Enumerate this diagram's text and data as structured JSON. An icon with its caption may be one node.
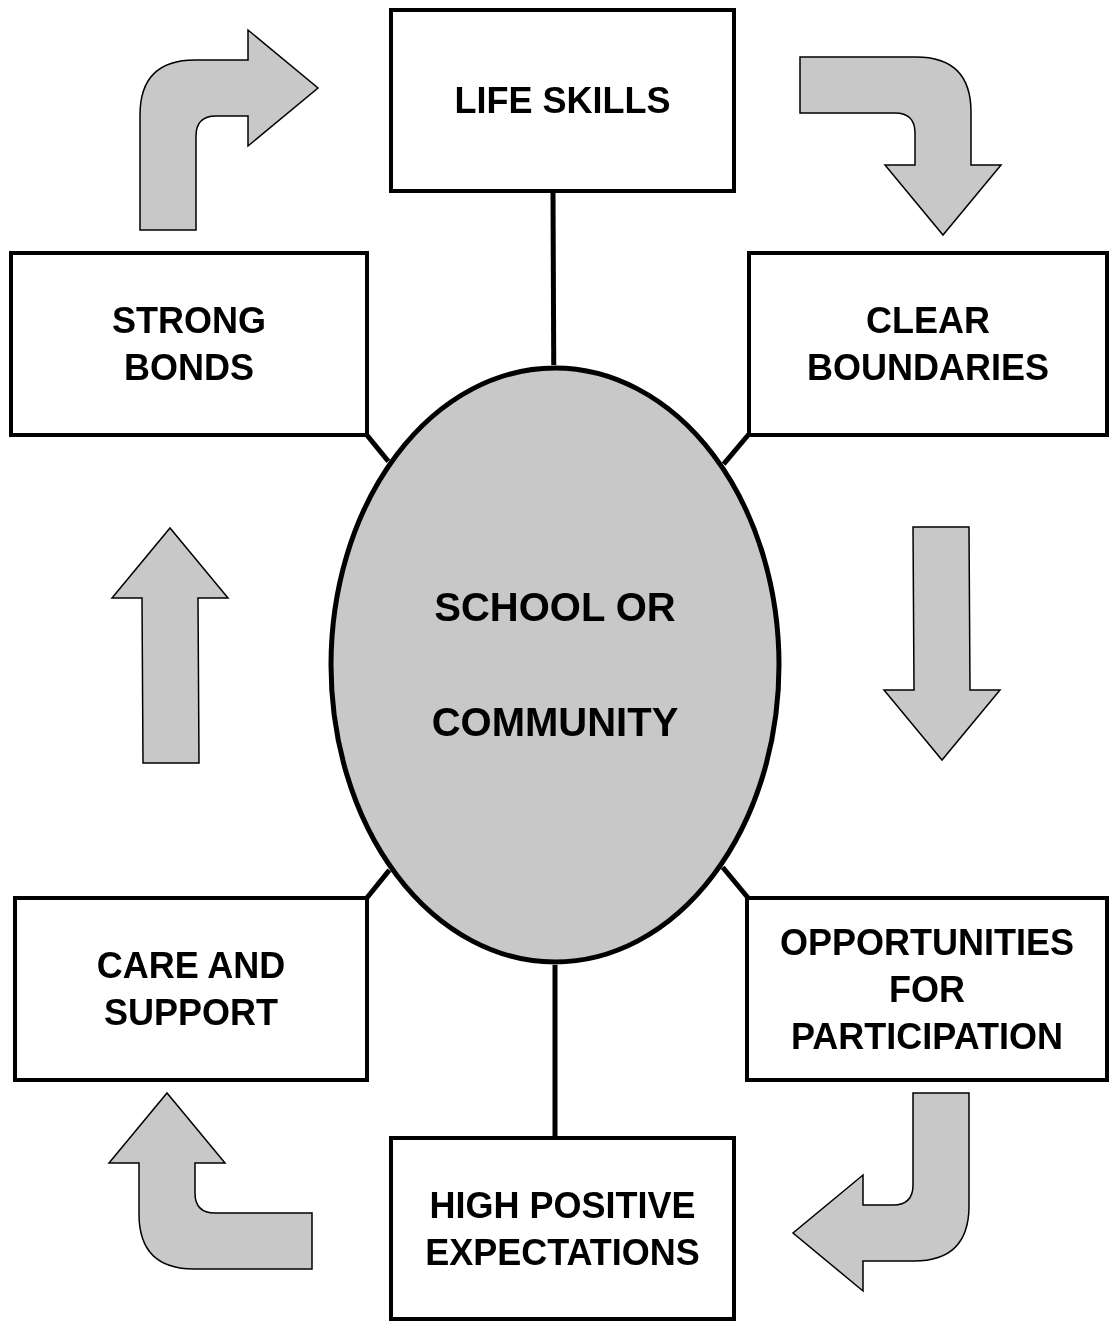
{
  "diagram": {
    "nodes": [
      {
        "text": [
          "SCHOOL OR COMMUNITY"
        ]
      },
      {
        "text": [
          "LIFE SKILLS"
        ]
      },
      {
        "text": [
          "CLEAR BOUNDARIES"
        ]
      },
      {
        "text": [
          "OPPORTUNITIES FOR PARTICIPATION"
        ]
      },
      {
        "text": [
          "HIGH POSITIVE EXPECTATIONS"
        ]
      },
      {
        "text": [
          "CARE AND SUPPORT"
        ]
      },
      {
        "text": [
          "STRONG BONDS"
        ]
      }
    ],
    "edges": [
      {
        "from": 0,
        "to": 1,
        "arrow": "none"
      },
      {
        "from": 0,
        "to": 2,
        "arrow": "none"
      },
      {
        "from": 0,
        "to": 3,
        "arrow": "none"
      },
      {
        "from": 0,
        "to": 4,
        "arrow": "none"
      },
      {
        "from": 0,
        "to": 5,
        "arrow": "none"
      },
      {
        "from": 0,
        "to": 6,
        "arrow": "none"
      },
      {
        "from": 6,
        "to": 1,
        "arrow": "to"
      },
      {
        "from": 1,
        "to": 2,
        "arrow": "to"
      },
      {
        "from": 2,
        "to": 3,
        "arrow": "to"
      },
      {
        "from": 3,
        "to": 4,
        "arrow": "to"
      },
      {
        "from": 4,
        "to": 5,
        "arrow": "to"
      },
      {
        "from": 5,
        "to": 6,
        "arrow": "to"
      }
    ]
  }
}
